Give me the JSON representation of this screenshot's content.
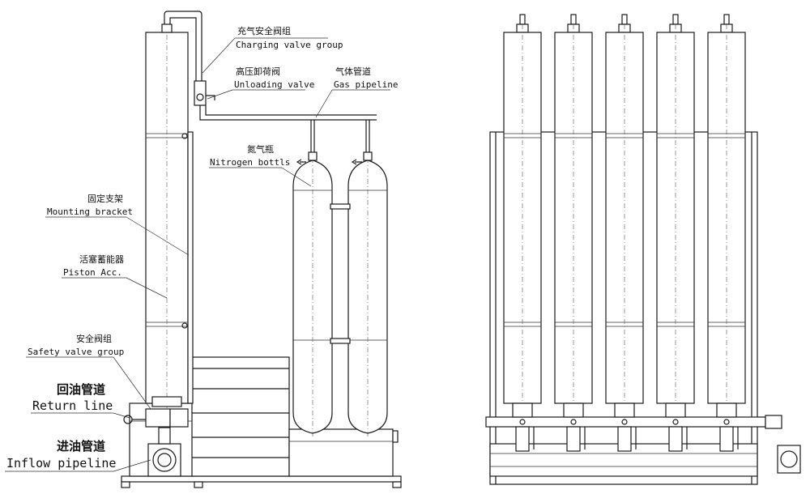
{
  "labels": {
    "charging_valve_cn": "充气安全阀组",
    "charging_valve_en": "Charging valve group",
    "unloading_valve_cn": "高压卸荷阀",
    "unloading_valve_en": "Unloading valve",
    "gas_pipeline_cn": "气体管道",
    "gas_pipeline_en": "Gas pipeline",
    "nitrogen_cn": "氮气瓶",
    "nitrogen_en": "Nitrogen bottls",
    "mounting_cn": "固定支架",
    "mounting_en": "Mounting bracket",
    "piston_cn": "活塞蓄能器",
    "piston_en": "Piston Acc.",
    "safety_cn": "安全阀组",
    "safety_en": "Safety valve group",
    "return_cn": "回油管道",
    "return_en": "Return line",
    "inflow_cn": "进油管道",
    "inflow_en": "Inflow pipeline"
  },
  "colors": {
    "line": "#1a1a1a",
    "background": "#ffffff"
  }
}
